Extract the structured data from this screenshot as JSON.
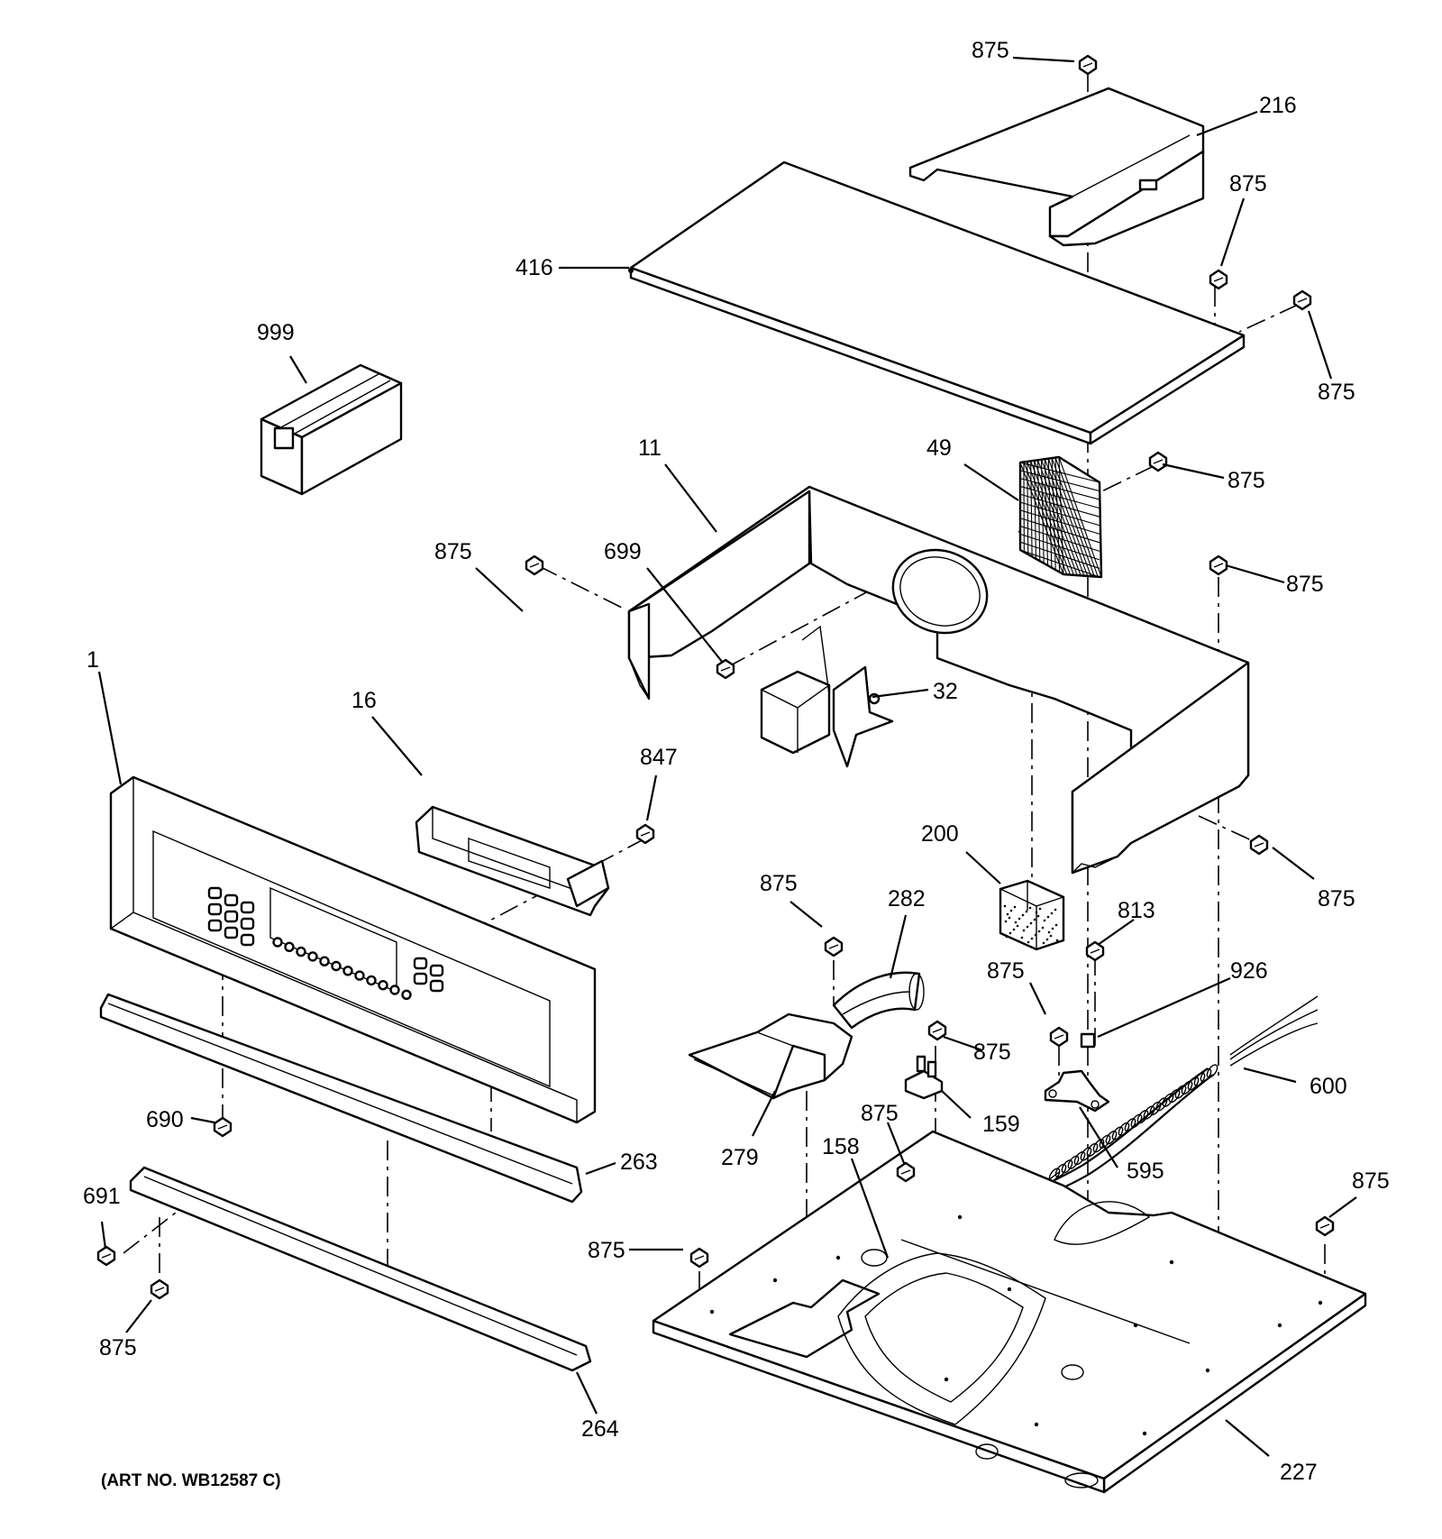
{
  "labels": [
    {
      "id": "lbl-875-a",
      "text": "875"
    },
    {
      "id": "lbl-216",
      "text": "216"
    },
    {
      "id": "lbl-875-b",
      "text": "875"
    },
    {
      "id": "lbl-416",
      "text": "416"
    },
    {
      "id": "lbl-875-c",
      "text": "875"
    },
    {
      "id": "lbl-999",
      "text": "999"
    },
    {
      "id": "lbl-11",
      "text": "11"
    },
    {
      "id": "lbl-49",
      "text": "49"
    },
    {
      "id": "lbl-875-d",
      "text": "875"
    },
    {
      "id": "lbl-875-e",
      "text": "875"
    },
    {
      "id": "lbl-699",
      "text": "699"
    },
    {
      "id": "lbl-875-f",
      "text": "875"
    },
    {
      "id": "lbl-1",
      "text": "1"
    },
    {
      "id": "lbl-16",
      "text": "16"
    },
    {
      "id": "lbl-32",
      "text": "32"
    },
    {
      "id": "lbl-847",
      "text": "847"
    },
    {
      "id": "lbl-200",
      "text": "200"
    },
    {
      "id": "lbl-875-g",
      "text": "875"
    },
    {
      "id": "lbl-875-h",
      "text": "875"
    },
    {
      "id": "lbl-282",
      "text": "282"
    },
    {
      "id": "lbl-813",
      "text": "813"
    },
    {
      "id": "lbl-926",
      "text": "926"
    },
    {
      "id": "lbl-875-i",
      "text": "875"
    },
    {
      "id": "lbl-875-j",
      "text": "875"
    },
    {
      "id": "lbl-600",
      "text": "600"
    },
    {
      "id": "lbl-690",
      "text": "690"
    },
    {
      "id": "lbl-159",
      "text": "159"
    },
    {
      "id": "lbl-263",
      "text": "263"
    },
    {
      "id": "lbl-279",
      "text": "279"
    },
    {
      "id": "lbl-875-k",
      "text": "875"
    },
    {
      "id": "lbl-158",
      "text": "158"
    },
    {
      "id": "lbl-595",
      "text": "595"
    },
    {
      "id": "lbl-691",
      "text": "691"
    },
    {
      "id": "lbl-875-l",
      "text": "875"
    },
    {
      "id": "lbl-875-m",
      "text": "875"
    },
    {
      "id": "lbl-875-n",
      "text": "875"
    },
    {
      "id": "lbl-264",
      "text": "264"
    },
    {
      "id": "lbl-227",
      "text": "227"
    }
  ],
  "art_number": "(ART NO. WB12587 C)"
}
